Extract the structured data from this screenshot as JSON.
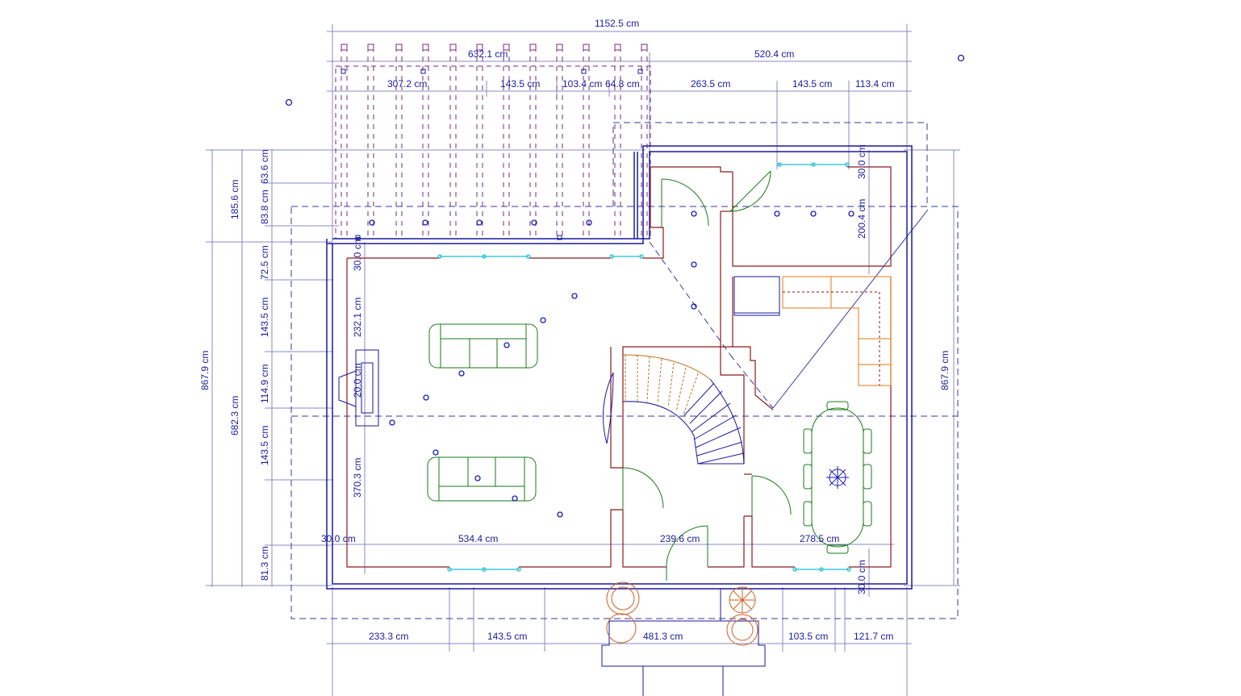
{
  "plan": {
    "colors": {
      "wall": "#8b1a1a",
      "outer": "#1a1a9e",
      "dim": "#6a6ab8",
      "roof": "#7a2a7a",
      "furniture": "#1a7a1a",
      "kitchen": "#e07a10",
      "light": "#1a1ab8",
      "window": "#40c8d8",
      "dash": "#3a3a9e",
      "plant": "#d06020"
    },
    "dims": {
      "top_total": "1152.5 cm",
      "top_left": "632.1 cm",
      "top_right": "520.4 cm",
      "top_a": "307.2 cm",
      "top_b": "143.5 cm",
      "top_c": "103.4 cm",
      "top_d": "64.8 cm",
      "top_e": "263.5 cm",
      "top_f": "143.5 cm",
      "top_g": "113.4 cm",
      "left_total": "867.9 cm",
      "left_a": "185.6 cm",
      "left_b": "682.3 cm",
      "left_c": "63.6 cm",
      "left_d": "83.8 cm",
      "left_e": "72.5 cm",
      "left_f": "143.5 cm",
      "left_g": "114.9 cm",
      "left_h": "143.5 cm",
      "left_i": "81.3 cm",
      "inner_a": "30.0 cm",
      "inner_b": "232.1 cm",
      "inner_c": "20.0 cm",
      "inner_d": "370.3 cm",
      "right_total": "867.9 cm",
      "right_a": "30.0 cm",
      "right_b": "200.4 cm",
      "right_c": "30.0 cm",
      "row_a": "30.0 cm",
      "row_b": "534.4 cm",
      "row_c": "239.6 cm",
      "row_d": "278.5 cm",
      "bot_a": "233.3 cm",
      "bot_b": "143.5 cm",
      "bot_c": "481.3 cm",
      "bot_d": "103.5 cm",
      "bot_e": "121.7 cm"
    }
  }
}
